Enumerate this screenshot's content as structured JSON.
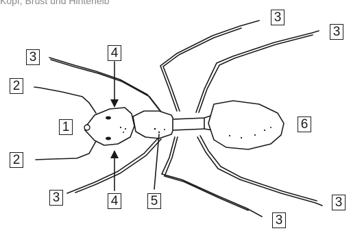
{
  "caption": "Kopf, Brust und Hinterleib",
  "colors": {
    "ink": "#1a1a1a",
    "background": "#ffffff"
  },
  "labels": {
    "head": "1",
    "antenna_upper": "2",
    "antenna_lower": "2",
    "leg_front_left_top": "3",
    "leg_front_left_bottom": "3",
    "leg_top_mid": "3",
    "leg_top_right": "3",
    "leg_bottom_mid": "3",
    "leg_bottom_right": "3",
    "eye_top": "4",
    "eye_bottom": "4",
    "waist": "5",
    "abdomen": "6"
  }
}
